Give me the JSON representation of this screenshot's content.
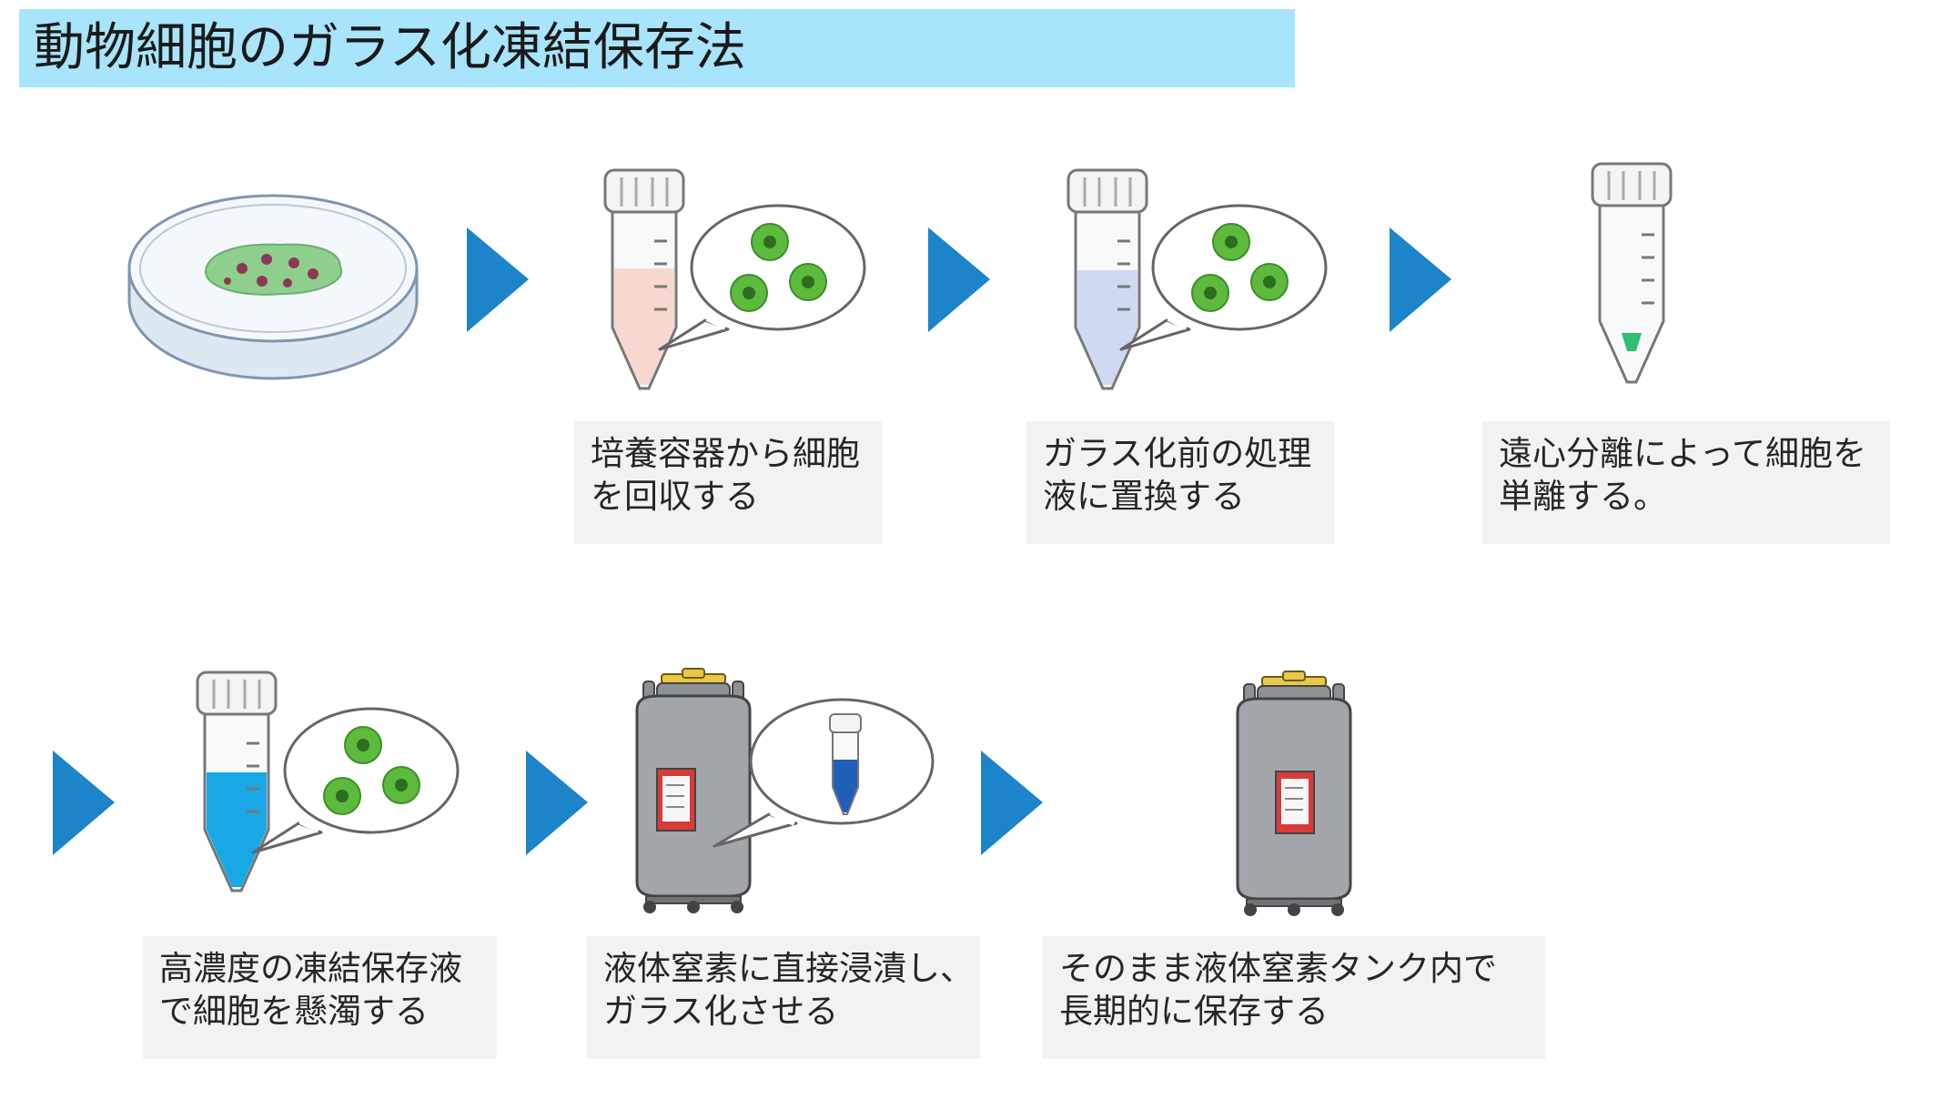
{
  "title": "動物細胞のガラス化凍結保存法",
  "steps": [
    {
      "caption": "培養容器から細胞\nを回収する"
    },
    {
      "caption": "ガラス化前の処理\n液に置換する"
    },
    {
      "caption": "遠心分離によって細胞を\n単離する。"
    },
    {
      "caption": "高濃度の凍結保存液\nで細胞を懸濁する"
    },
    {
      "caption": "液体窒素に直接浸漬し、\nガラス化させる"
    },
    {
      "caption": "そのまま液体窒素タンク内で\n長期的に保存する"
    }
  ],
  "icons": {
    "arrow": "arrow-right-icon",
    "dish": "petri-dish-icon",
    "tube": "centrifuge-tube-icon",
    "cells": "cell-bubble-icon",
    "tank": "liquid-nitrogen-tank-icon"
  },
  "colors": {
    "title_bg": "#a8e4fb",
    "arrow": "#1c84c8",
    "caption_bg": "#f2f2f2",
    "cell_green": "#5dba3d",
    "tube_pink": "#f7d8cf",
    "tube_lavender": "#cfd9f2",
    "tube_blue": "#19a8e6",
    "pellet_green": "#2fbf71",
    "tank_gray": "#a2a6aa",
    "label_red": "#d93b3b"
  }
}
